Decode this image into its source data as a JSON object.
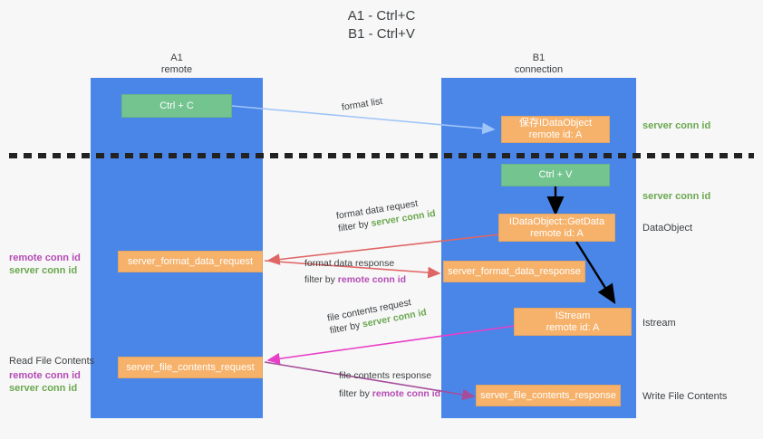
{
  "title": {
    "line1": "A1 - Ctrl+C",
    "line2": "B1 - Ctrl+V"
  },
  "columns": [
    {
      "name": "A1",
      "sub": "remote"
    },
    {
      "name": "B1",
      "sub": "connection"
    }
  ],
  "boxes": {
    "ctrl_c": {
      "label": "Ctrl + C"
    },
    "save_idataobject": {
      "line1": "保存IDataObject",
      "line2": "remote id: A"
    },
    "ctrl_v": {
      "label": "Ctrl + V"
    },
    "getdata": {
      "line1": "IDataObject::GetData",
      "line2": "remote id: A"
    },
    "istream": {
      "line1": "IStream",
      "line2": "remote id: A"
    },
    "server_format_data_request": {
      "label": "server_format_data_request"
    },
    "server_format_data_response": {
      "label": "server_format_data_response"
    },
    "server_file_contents_request": {
      "label": "server_file_contents_request"
    },
    "server_file_contents_response": {
      "label": "server_file_contents_response"
    }
  },
  "edge_labels": {
    "format_list": {
      "text": "format list"
    },
    "format_data_request": {
      "line1": "format data request",
      "prefix": "filter by ",
      "key": "server conn id"
    },
    "format_data_response": {
      "line1": "format data response",
      "prefix": "filter by ",
      "key": "remote conn id"
    },
    "file_contents_request": {
      "line1": "file contents request",
      "prefix": "filter by ",
      "key": "server conn id"
    },
    "file_contents_response": {
      "line1": "file contents response",
      "prefix": "filter by ",
      "key": "remote conn id"
    }
  },
  "right_labels": {
    "server_conn_id_top": "server conn id",
    "server_conn_id_mid": "server conn id",
    "dataobject": "DataObject",
    "istream": "Istream",
    "write_file_contents": "Write File Contents"
  },
  "left_labels": {
    "remote_conn_id_1": "remote conn id",
    "server_conn_id_1": "server conn id",
    "read_file_contents": "Read File Contents",
    "remote_conn_id_2": "remote conn id",
    "server_conn_id_2": "server conn id"
  },
  "colors": {
    "lane": "#4a86e8",
    "box_orange": "#f6b26b",
    "box_green": "#74c490",
    "green_text": "#6aa84f",
    "purple_text": "#b44bb4",
    "arrow_blue": "#9fc5f8",
    "arrow_red": "#e06666",
    "arrow_magenta": "#e83fc8",
    "arrow_purple": "#a64d9a",
    "arrow_black": "#000000",
    "background": "#f7f7f7"
  }
}
